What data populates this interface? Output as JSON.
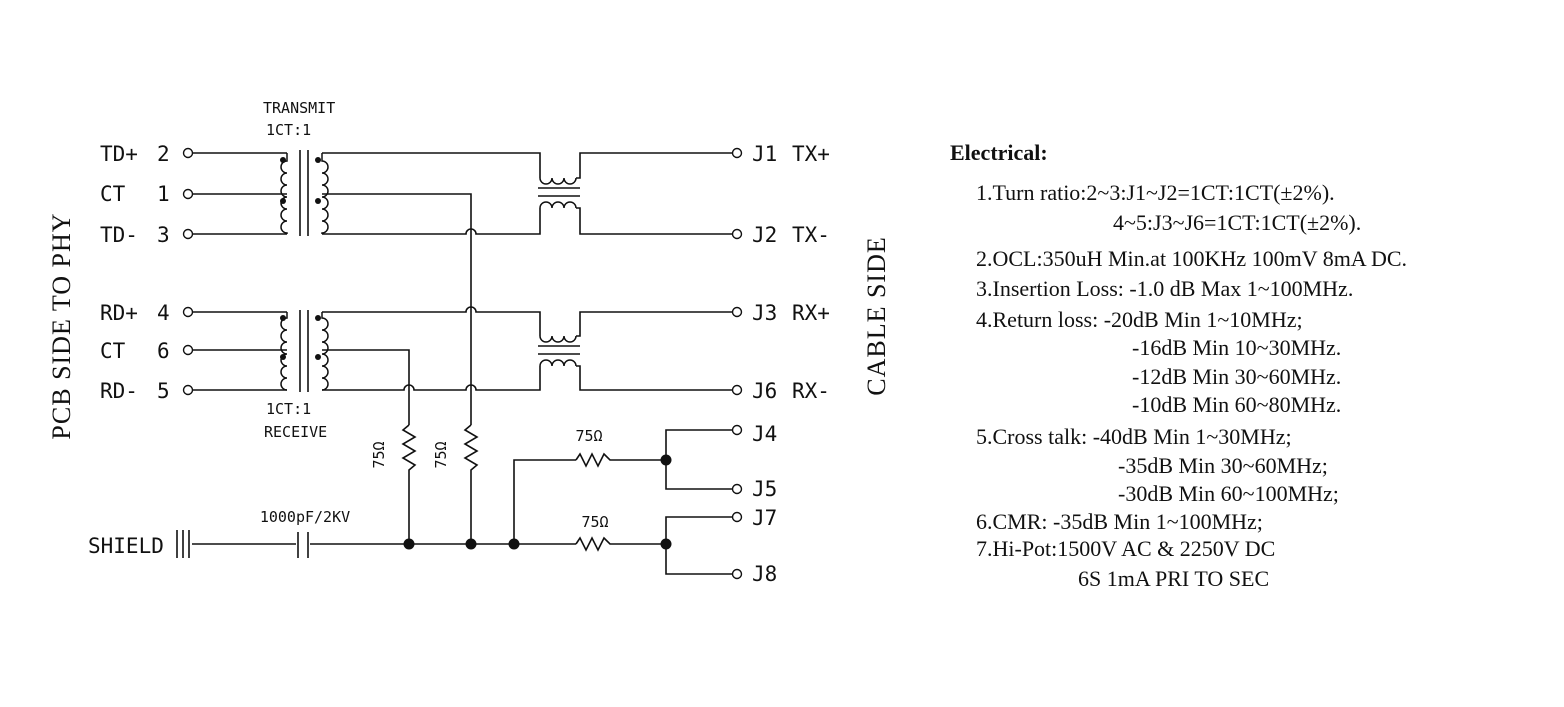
{
  "diagram": {
    "side_left": "PCB SIDE TO PHY",
    "side_right": "CABLE SIDE",
    "transformer_top": {
      "line1": "TRANSMIT",
      "line2": "1CT:1"
    },
    "transformer_bottom": {
      "line1": "1CT:1",
      "line2": "RECEIVE"
    },
    "left_pins": [
      {
        "name": "TD+",
        "num": "2"
      },
      {
        "name": "CT",
        "num": "1"
      },
      {
        "name": "TD-",
        "num": "3"
      },
      {
        "name": "RD+",
        "num": "4"
      },
      {
        "name": "CT",
        "num": "6"
      },
      {
        "name": "RD-",
        "num": "5"
      }
    ],
    "right_terminals": [
      {
        "id": "J1",
        "name": "TX+"
      },
      {
        "id": "J2",
        "name": "TX-"
      },
      {
        "id": "J3",
        "name": "RX+"
      },
      {
        "id": "J6",
        "name": "RX-"
      },
      {
        "id": "J4",
        "name": ""
      },
      {
        "id": "J5",
        "name": ""
      },
      {
        "id": "J7",
        "name": ""
      },
      {
        "id": "J8",
        "name": ""
      }
    ],
    "resistor_value": "75Ω",
    "capacitor_label": "1000pF/2KV",
    "shield_label": "SHIELD"
  },
  "electrical": {
    "heading": "Electrical:",
    "lines": [
      "1.Turn ratio:2~3:J1~J2=1CT:1CT(±2%).",
      "4~5:J3~J6=1CT:1CT(±2%).",
      "2.OCL:350uH Min.at 100KHz 100mV 8mA DC.",
      "3.Insertion Loss: -1.0 dB Max 1~100MHz.",
      "4.Return loss: -20dB Min 1~10MHz;",
      "-16dB Min 10~30MHz.",
      "-12dB Min 30~60MHz.",
      "-10dB Min 60~80MHz.",
      "5.Cross talk: -40dB Min 1~30MHz;",
      "-35dB Min 30~60MHz;",
      "-30dB Min 60~100MHz;",
      "6.CMR: -35dB Min 1~100MHz;",
      "7.Hi-Pot:1500V AC & 2250V DC",
      "6S 1mA PRI TO SEC"
    ]
  }
}
